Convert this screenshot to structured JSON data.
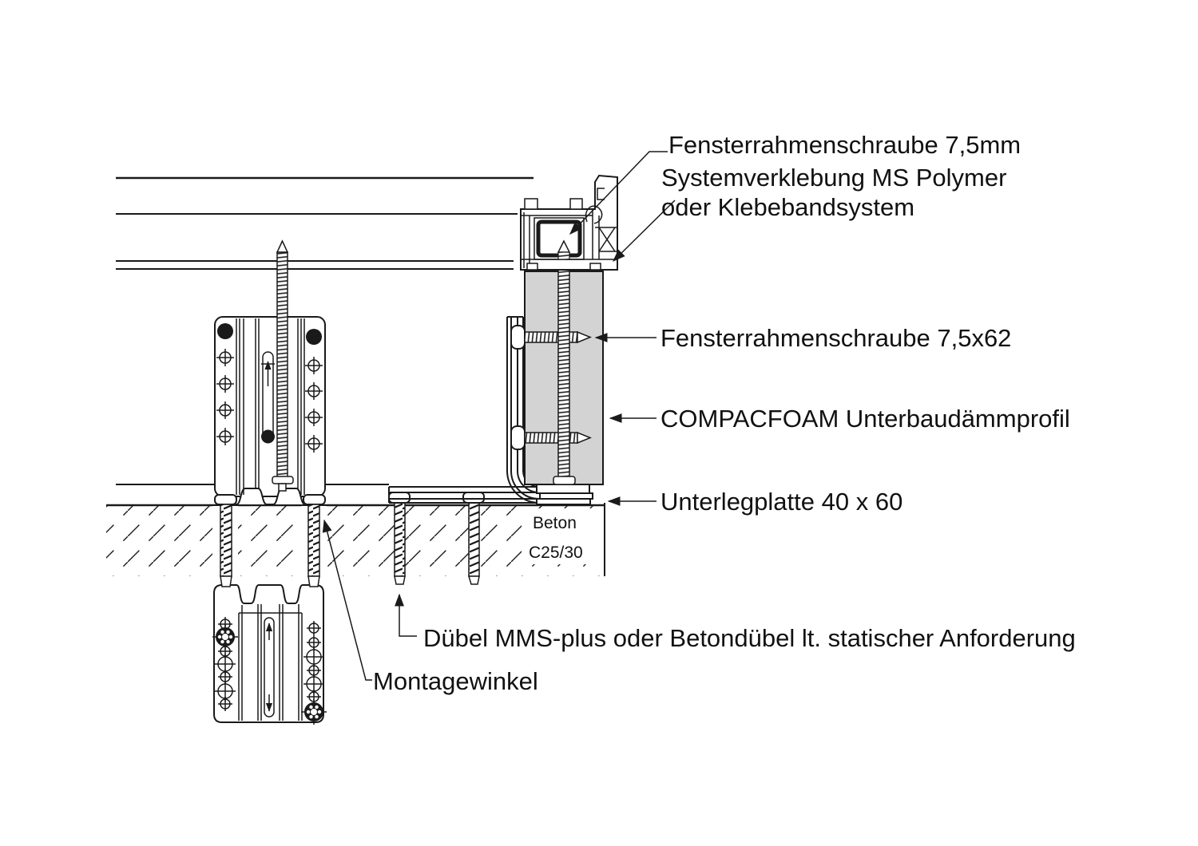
{
  "labels": {
    "window_screw_top": "Fensterrahmenschraube 7,5mm",
    "adhesive_line1": "Systemverklebung MS Polymer",
    "adhesive_line2": "oder Klebebandsystem",
    "window_screw_side": "Fensterrahmenschraube 7,5x62",
    "foam_profile": "COMPACFOAM Unterbaudämmprofil",
    "shim_plate": "Unterlegplatte 40 x 60",
    "anchor": "Dübel MMS-plus oder Betondübel lt. statischer Anforderung",
    "bracket": "Montagewinkel",
    "concrete_line1": "Beton",
    "concrete_line2": "C25/30"
  },
  "colors": {
    "line": "#1a1a1a",
    "foam_fill": "#d3d3d3",
    "background": "#ffffff"
  }
}
